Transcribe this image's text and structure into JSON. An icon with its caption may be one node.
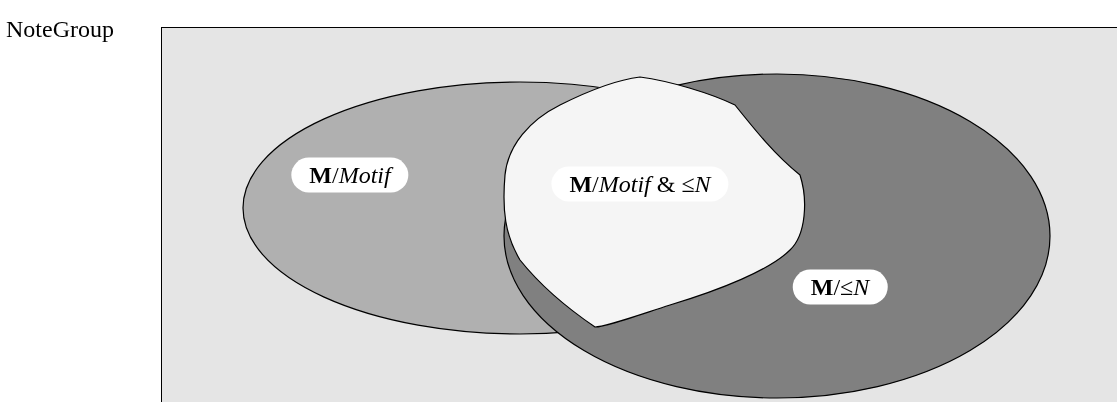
{
  "diagram": {
    "nodes": [
      {
        "text": [
          "NoteGroup"
        ]
      },
      {
        "text": [
          "**M**/*Motif*"
        ],
        "in": 0
      },
      {
        "text": [
          "**M**/≤*N*"
        ],
        "in": 0
      },
      {
        "text": [
          "**M**/*Motif* & ≤*N*"
        ]
      }
    ],
    "edges": []
  }
}
